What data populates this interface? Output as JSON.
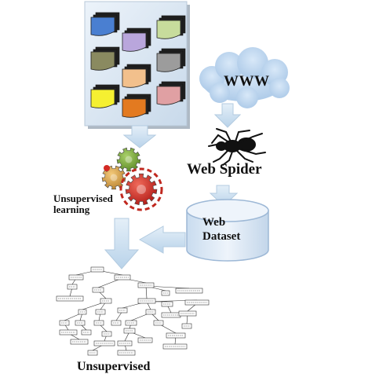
{
  "cloud_label": "WWW",
  "spider_label": "Web Spider",
  "dataset_label_line1": "Web",
  "dataset_label_line2": "Dataset",
  "learning_label": "Unsupervised learning",
  "bottom_label": "Unsupervised",
  "colors": {
    "panel": "#d9e6f2",
    "panel_shadow": "#aeb9c4",
    "arrow": "#c9dfef",
    "cylinder": "#dbe8f5",
    "cylinder_edge": "#9db8d6",
    "cloud": "#b8d3ee",
    "gear_red": "#d42a24",
    "gear_green": "#7aa83a",
    "gear_orange": "#d7a24a"
  },
  "document_colors": [
    "#4a7fd1",
    "#b9a6dc",
    "#c7dc9c",
    "#8a8a60",
    "#f2c08c",
    "#9c9c9c",
    "#f5f031",
    "#e37a20",
    "#e0a0a3"
  ]
}
